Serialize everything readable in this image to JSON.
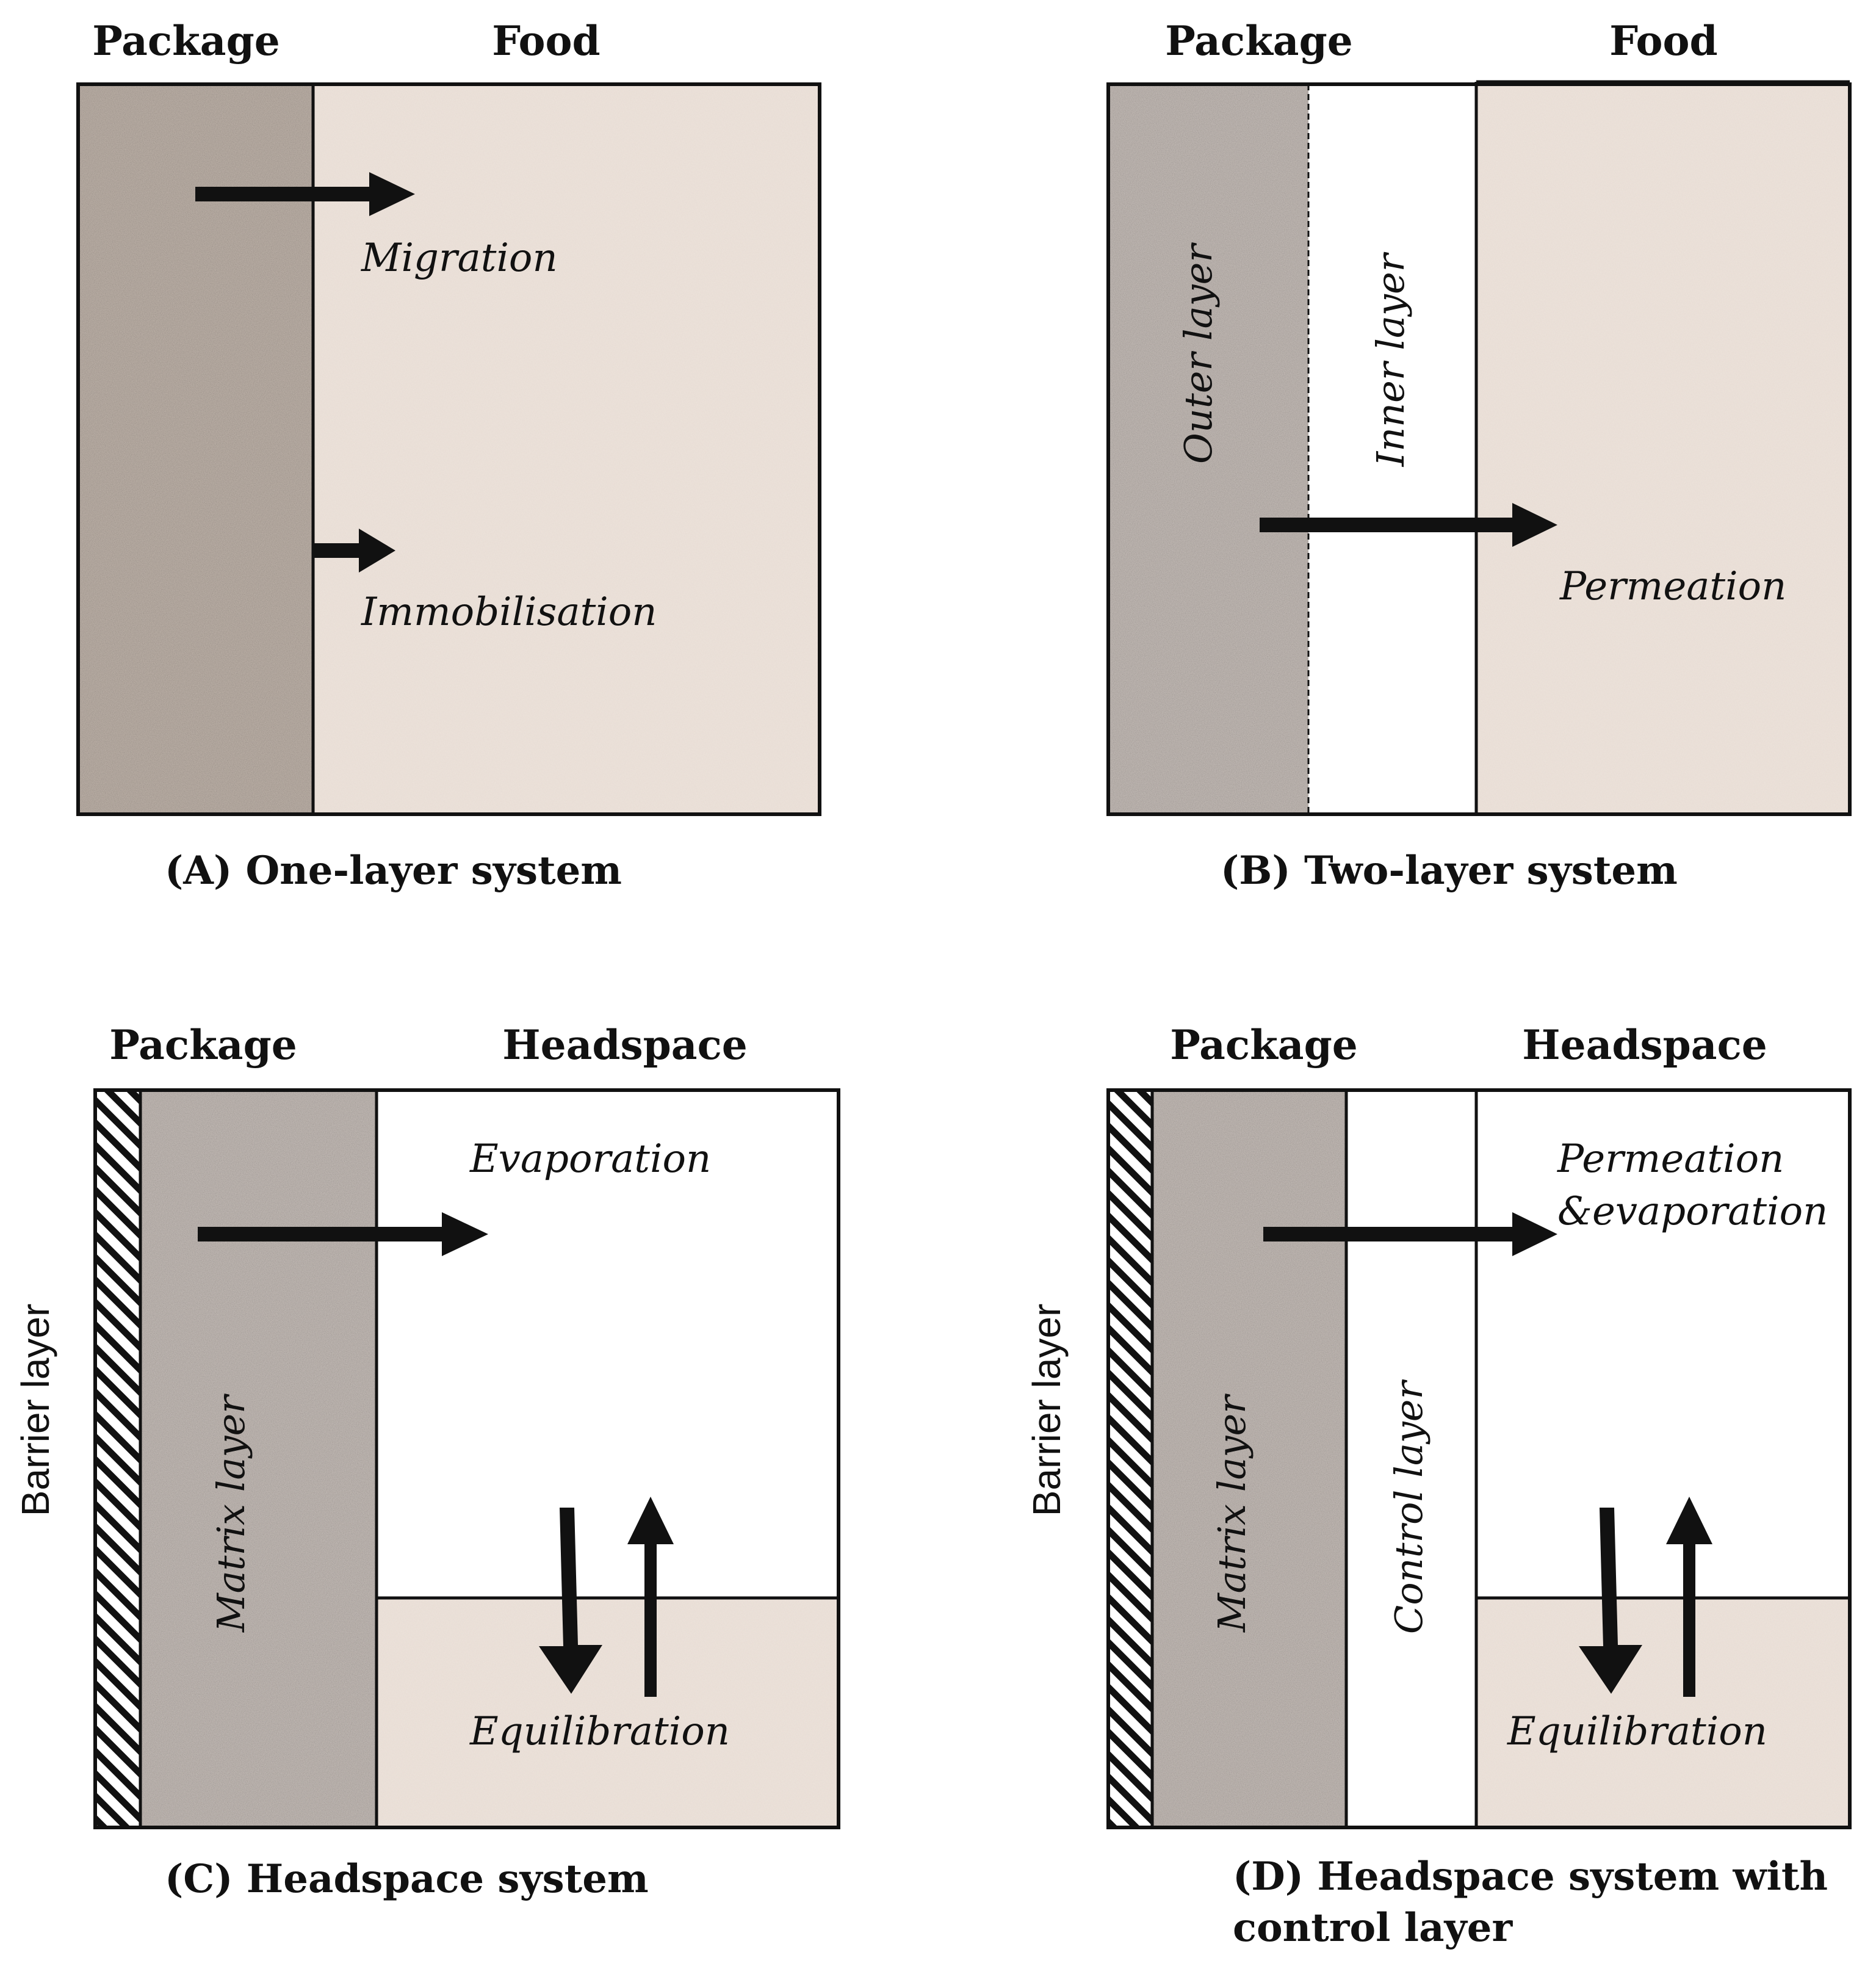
{
  "colors": {
    "package": "#b7aca3",
    "matrix": "#bdb5b0",
    "food": "#ece2da",
    "white": "#ffffff",
    "ink": "#111111"
  },
  "panel_a": {
    "package_label": "Package",
    "food_label": "Food",
    "migration": "Migration",
    "immobilisation": "Immobilisation",
    "caption": "(A) One-layer system"
  },
  "panel_b": {
    "package_label": "Package",
    "food_label": "Food",
    "outer_layer": "Outer layer",
    "inner_layer": "Inner layer",
    "permeation": "Permeation",
    "caption": "(B) Two-layer system"
  },
  "panel_c": {
    "package_label": "Package",
    "headspace_label": "Headspace",
    "barrier_layer": "Barrier layer",
    "matrix_layer": "Matrix layer",
    "evaporation": "Evaporation",
    "equilibration": "Equilibration",
    "caption": "(C) Headspace  system"
  },
  "panel_d": {
    "package_label": "Package",
    "headspace_label": "Headspace",
    "barrier_layer": "Barrier layer",
    "matrix_layer": "Matrix layer",
    "control_layer": "Control layer",
    "permeation_line1": "Permeation",
    "permeation_line2": "&evaporation",
    "equilibration": "Equilibration",
    "caption_line1": "(D) Headspace system with",
    "caption_line2": "control layer"
  }
}
